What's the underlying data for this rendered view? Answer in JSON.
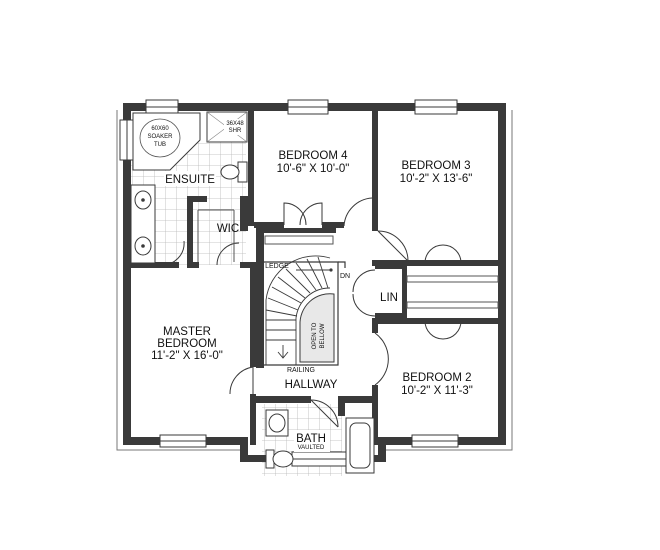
{
  "rooms": {
    "bedroom4": {
      "name": "BEDROOM 4",
      "size": "10'-6\" X 10'-0\""
    },
    "bedroom3": {
      "name": "BEDROOM 3",
      "size": "10'-2\" X 13'-6\""
    },
    "bedroom2": {
      "name": "BEDROOM 2",
      "size": "10'-2\" X 11'-3\""
    },
    "master": {
      "name_line1": "MASTER",
      "name_line2": "BEDROOM",
      "size": "11'-2\" X 16'-0\""
    },
    "ensuite": {
      "name": "ENSUITE"
    },
    "wic": {
      "name": "WIC"
    },
    "linen": {
      "name": "LIN"
    },
    "hallway": {
      "name": "HALLWAY"
    },
    "bath": {
      "name": "BATH",
      "note": "VAULTED"
    }
  },
  "fixtures": {
    "tub": {
      "line1": "60X60",
      "line2": "SOAKER",
      "line3": "TUB"
    },
    "shower": {
      "line1": "36X48",
      "line2": "SHR"
    }
  },
  "stair": {
    "ledge": "LEDGE",
    "down": "DN",
    "railing": "RAILING",
    "open_line1": "OPEN TO",
    "open_line2": "BELLOW"
  }
}
